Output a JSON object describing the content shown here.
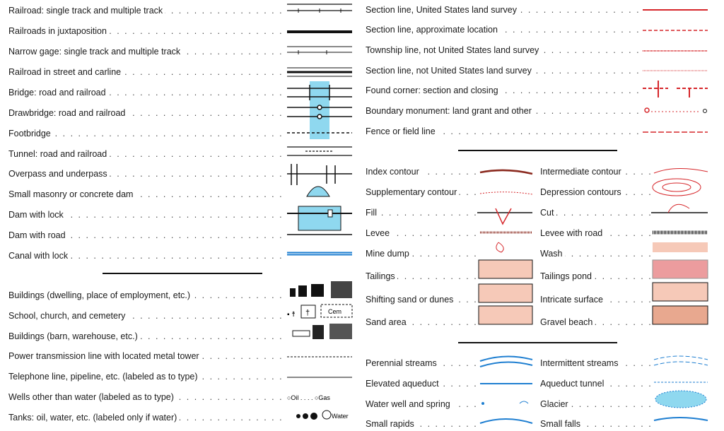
{
  "left": [
    "Railroad: single track and multiple track",
    "Railroads in juxtaposition",
    "Narrow gage: single track and multiple track",
    "Railroad in street and carline",
    "Bridge: road and railroad",
    "Drawbridge: road and railroad",
    "Footbridge",
    "Tunnel: road and railroad",
    "Overpass and underpass",
    "Small masonry or concrete dam",
    "Dam with lock",
    "Dam with road",
    "Canal with lock",
    "Buildings (dwelling, place of employment, etc.)",
    "School, church, and cemetery",
    "Buildings (barn, warehouse, etc.)",
    "Power transmission line with located metal tower",
    "Telephone line, pipeline, etc. (labeled as to type)",
    "Wells other than water (labeled as to type)",
    "Tanks: oil, water, etc. (labeled only if water)"
  ],
  "right_top": [
    "Section line, United States land survey",
    "Section line, approximate location",
    "Township line, not United States land survey",
    "Section line, not United States land survey",
    "Found corner: section and closing",
    "Boundary monument: land grant and other",
    "Fence or field line"
  ],
  "contours_left": [
    "Index contour",
    "Supplementary contour",
    "Fill",
    "Levee",
    "Mine dump",
    "Tailings",
    "Shifting sand or dunes",
    "Sand area"
  ],
  "contours_right": [
    "Intermediate contour",
    "Depression contours",
    "Cut",
    "Levee with road",
    "Wash",
    "Tailings pond",
    "Intricate surface",
    "Gravel beach"
  ],
  "water_left": [
    "Perennial streams",
    "Elevated aqueduct",
    "Water well and spring",
    "Small rapids"
  ],
  "water_right": [
    "Intermittent streams",
    "Aqueduct tunnel",
    "Glacier",
    "Small falls"
  ],
  "symbol_labels": {
    "cem": "Cem",
    "oil": "Oil",
    "gas": "Gas",
    "water": "Water"
  },
  "colors": {
    "red": "#d6262a",
    "blue": "#1f7fd1",
    "cyan": "#8fd8ef",
    "sand": "#f6c9b8"
  }
}
